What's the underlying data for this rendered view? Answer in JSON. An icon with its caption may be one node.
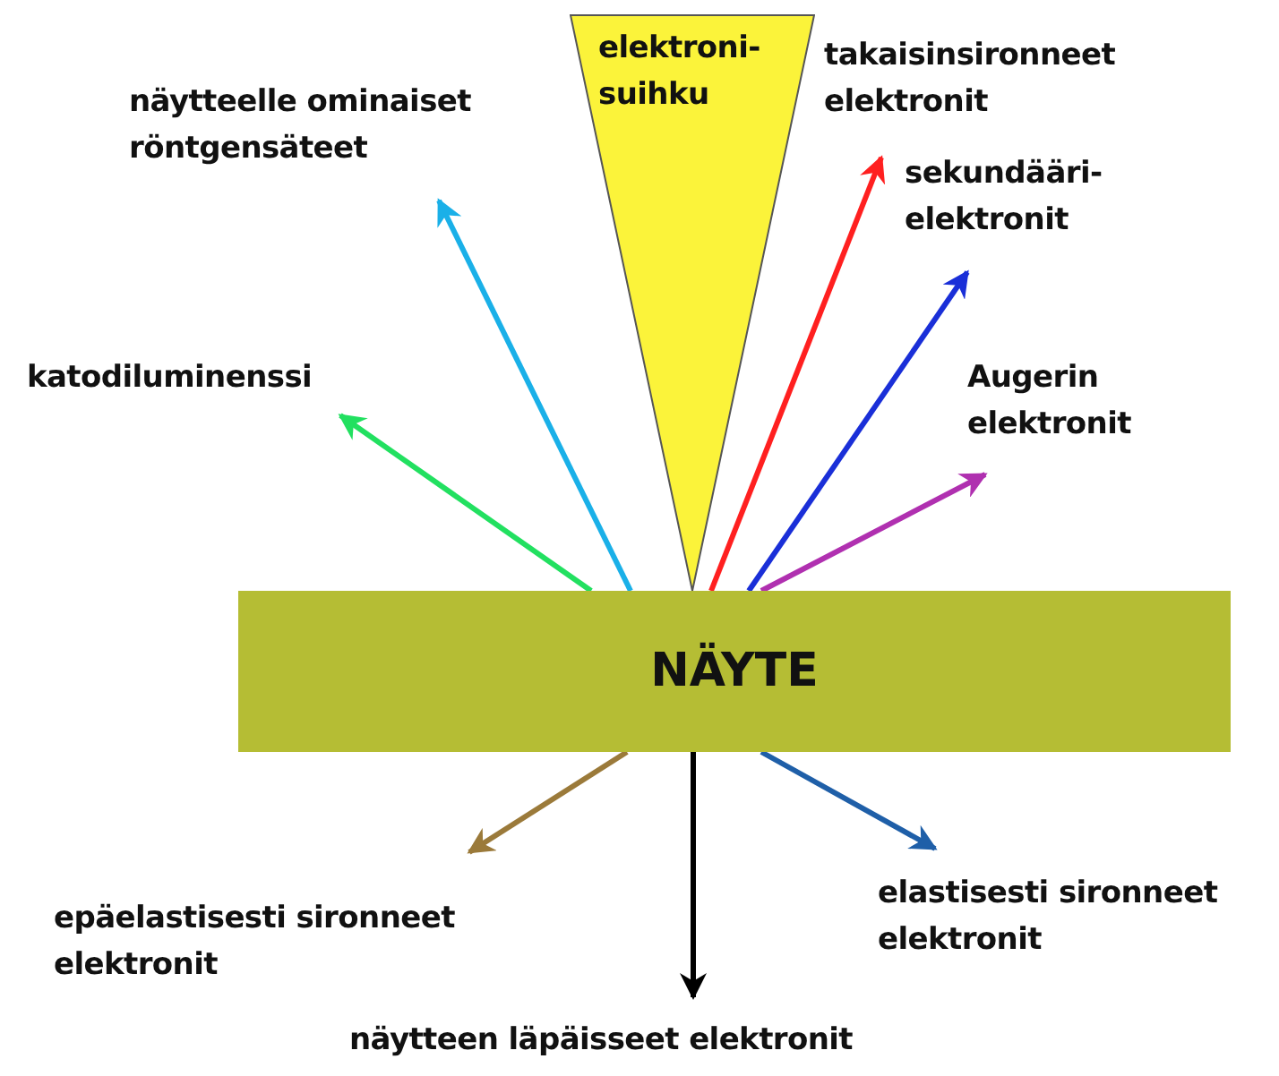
{
  "diagram": {
    "nodes": [
      {
        "text": [
          "elektroni- suihku"
        ]
      },
      {
        "text": [
          "NÄYTE"
        ]
      },
      {
        "text": [
          "näytteelle ominaiset röntgensäteet"
        ]
      },
      {
        "text": [
          "takaisinsironneet elektronit"
        ]
      },
      {
        "text": [
          "sekundääri- elektronit"
        ]
      },
      {
        "text": [
          "katodiluminenssi"
        ]
      },
      {
        "text": [
          "Augerin elektronit"
        ]
      },
      {
        "text": [
          "epäelastisesti sironneet elektronit"
        ]
      },
      {
        "text": [
          "elastisesti sironneet elektronit"
        ]
      },
      {
        "text": [
          "näytteen läpäisseet elektronit"
        ]
      }
    ],
    "edges": [
      {
        "from": 1,
        "to": 2,
        "arrow": "to",
        "color": "#1ab0e8"
      },
      {
        "from": 1,
        "to": 3,
        "arrow": "to",
        "color": "#ff2020"
      },
      {
        "from": 1,
        "to": 4,
        "arrow": "to",
        "color": "#1a2fd8"
      },
      {
        "from": 1,
        "to": 5,
        "arrow": "to",
        "color": "#22e060"
      },
      {
        "from": 1,
        "to": 6,
        "arrow": "to",
        "color": "#b030b0"
      },
      {
        "from": 1,
        "to": 7,
        "arrow": "to",
        "color": "#9b7a3a"
      },
      {
        "from": 1,
        "to": 8,
        "arrow": "to",
        "color": "#1f5fa8"
      },
      {
        "from": 1,
        "to": 9,
        "arrow": "to",
        "color": "#000000"
      }
    ]
  }
}
